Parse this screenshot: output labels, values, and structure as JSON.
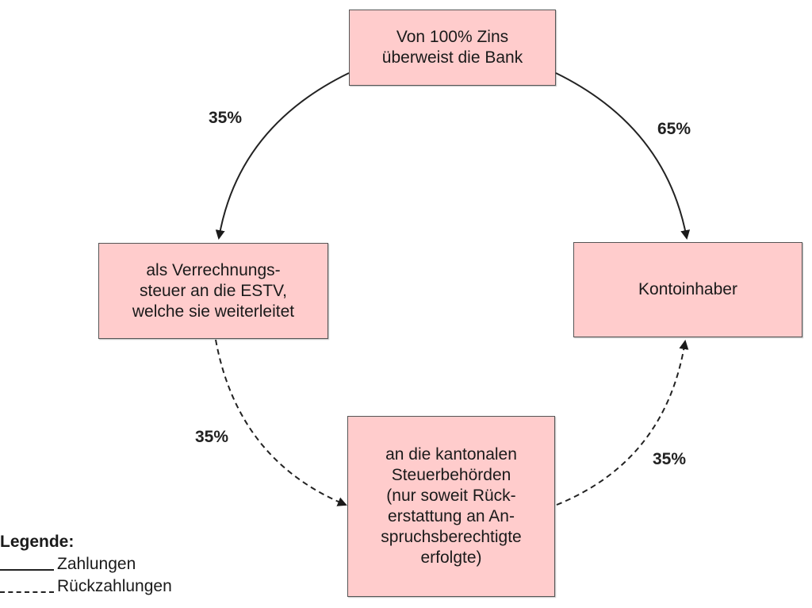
{
  "nodes": {
    "bank": "Von 100% Zins\nüberweist die Bank",
    "estv": "als Verrechnungs-\nsteuer an die ESTV,\nwelche sie weiterleitet",
    "holder": "Kontoinhaber",
    "canton": "an die kantonalen\nSteuerbehörden\n(nur soweit Rück-\nerstattung an An-\nspruchsberechtigte\nerfolgte)"
  },
  "edges": [
    {
      "from": "bank",
      "to": "estv",
      "label": "35%",
      "style": "solid"
    },
    {
      "from": "bank",
      "to": "holder",
      "label": "65%",
      "style": "solid"
    },
    {
      "from": "estv",
      "to": "canton",
      "label": "35%",
      "style": "dashed"
    },
    {
      "from": "canton",
      "to": "holder",
      "label": "35%",
      "style": "dashed"
    }
  ],
  "legend": {
    "title": "Legende:",
    "solid_label": "Zahlungen",
    "dashed_label": "Rückzahlungen"
  },
  "colors": {
    "box_fill": "#ffcccc",
    "box_border": "#555555",
    "line": "#222222"
  }
}
